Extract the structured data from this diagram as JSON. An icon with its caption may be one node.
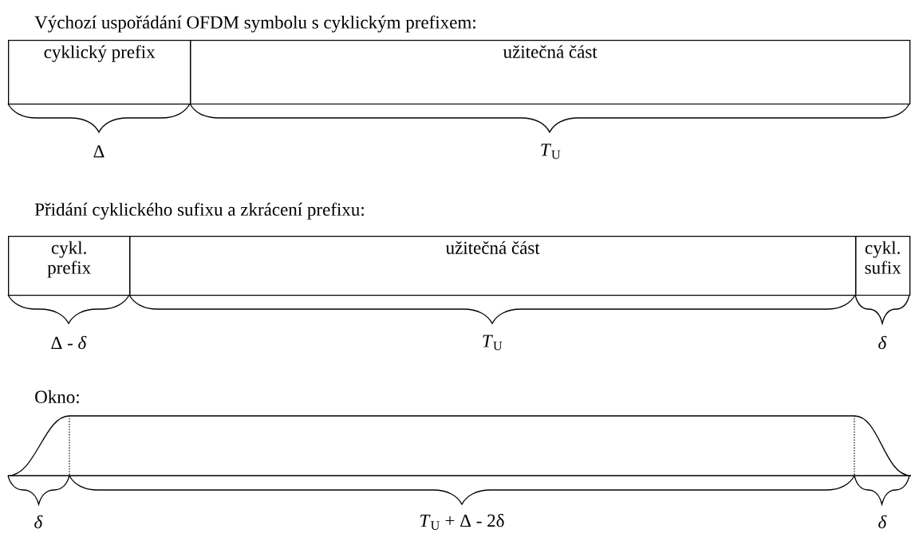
{
  "diagram": {
    "nodes": [
      {
        "text": [
          "cyklický prefix"
        ]
      },
      {
        "text": [
          "užitečná část"
        ]
      },
      {
        "text": [
          "cykl. prefix"
        ]
      },
      {
        "text": [
          "užitečná část"
        ]
      },
      {
        "text": [
          "cykl. sufix"
        ]
      }
    ],
    "labels": [
      "Výchozí uspořádání OFDM symbolu s cyklickým prefixem:",
      "Δ",
      "*T*$_{U}$",
      "Přidání cyklického sufixu a zkrácení prefixu:",
      "Δ - *δ*",
      "*T*$_{U}$",
      "*δ*",
      "Okno:",
      "*δ*",
      "*T*$_{U}$ + Δ - 2δ",
      "*δ*"
    ]
  }
}
